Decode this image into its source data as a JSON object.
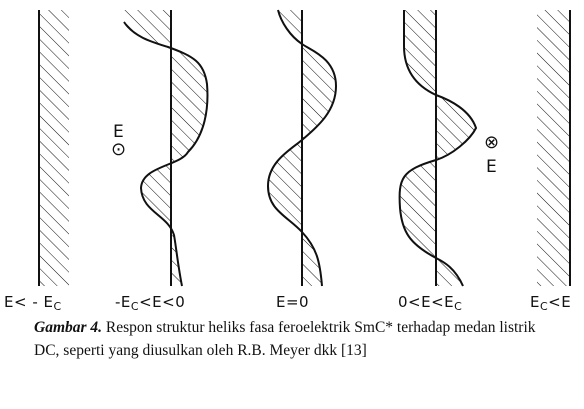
{
  "conditions": {
    "c1": {
      "pre": "E< - E",
      "sub": "C",
      "post": ""
    },
    "c2": {
      "pre": "-E",
      "sub": "C",
      "post": "<E<0"
    },
    "c3": {
      "pre": "E=0",
      "sub": "",
      "post": ""
    },
    "c4": {
      "pre": "0<E<E",
      "sub": "C",
      "post": ""
    },
    "c5": {
      "pre": "E",
      "sub": "C",
      "post": "<E"
    }
  },
  "field_out": {
    "label": "E",
    "symbol": "⊙"
  },
  "field_in": {
    "label": "E",
    "symbol": "⊗"
  },
  "caption": {
    "label": "Gambar 4.",
    "text": " Respon struktur heliks fasa feroelektrik SmC* terhadap medan listrik DC, seperti yang diusulkan oleh R.B. Meyer dkk [13]"
  },
  "colors": {
    "ink": "#111111",
    "background": "#ffffff"
  }
}
